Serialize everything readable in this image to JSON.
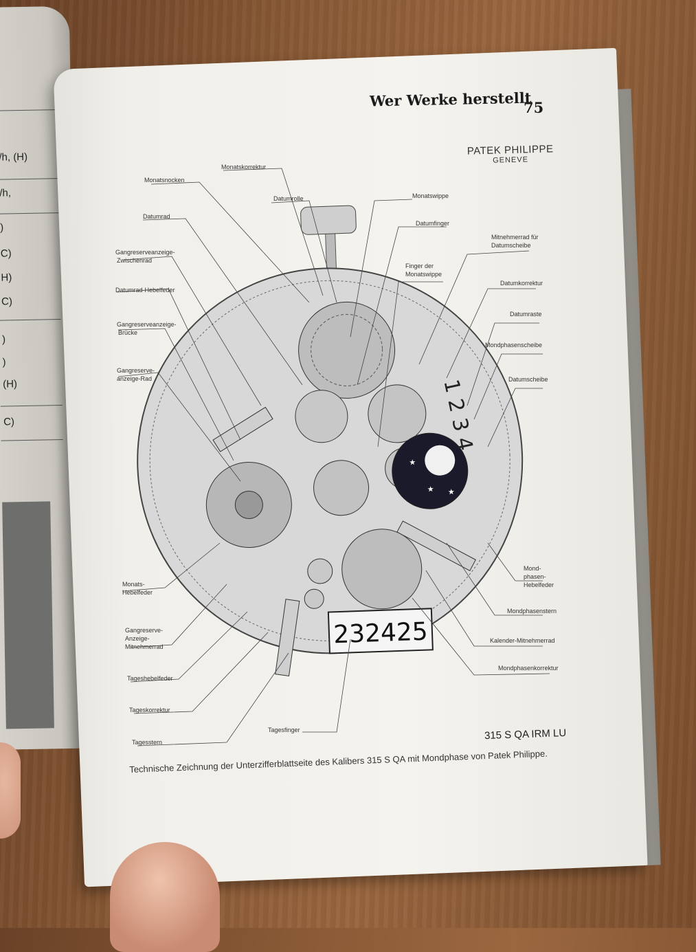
{
  "left_page": {
    "fragments": [
      "/h, (H)",
      "/h,",
      ")",
      "C)",
      "H)",
      "C)",
      ")",
      ")",
      "(H)",
      "C)"
    ]
  },
  "header": {
    "title": "Wer Werke herstellt",
    "page_number": "75"
  },
  "brand": {
    "name": "PATEK PHILIPPE",
    "city": "GENEVE"
  },
  "labels_left": [
    "Monatsnocken",
    "Datumrad",
    "Gangreserveanzeige-",
    "Zwischenrad",
    "Datumrad-Hebelfeder",
    "Gangreserveanzeige-",
    "Brücke",
    "Gangreserve-",
    "anzeige-Rad",
    "Monats-",
    "Hebelfeder",
    "Gangreserve-",
    "Anzeige-",
    "Mitnehmerrad",
    "Tageshebelfeder",
    "Tageskorrektur",
    "Tagesstern"
  ],
  "labels_top": [
    "Monatskorrektur",
    "Datumrolle",
    "Monatswippe",
    "Datumfinger",
    "Finger der",
    "Monatswippe"
  ],
  "labels_right": [
    "Mitnehmerrad für",
    "Datumscheibe",
    "Datumkorrektur",
    "Datumraste",
    "Mondphasenscheibe",
    "Datumscheibe",
    "Mond-",
    "phasen-",
    "Hebelfeder",
    "Mondphasenstern",
    "Kalender-Mitnehmerrad",
    "Mondphasenkorrektur"
  ],
  "label_bottom": "Tagesfinger",
  "dial_digits": {
    "date_disc": "1 2 3 4",
    "day_window": "232425"
  },
  "caliber": "315 S QA IRM LU",
  "caption": "Technische Zeichnung der Unterzifferblattseite des Kalibers 315 S QA mit Mondphase von Patek Philippe."
}
